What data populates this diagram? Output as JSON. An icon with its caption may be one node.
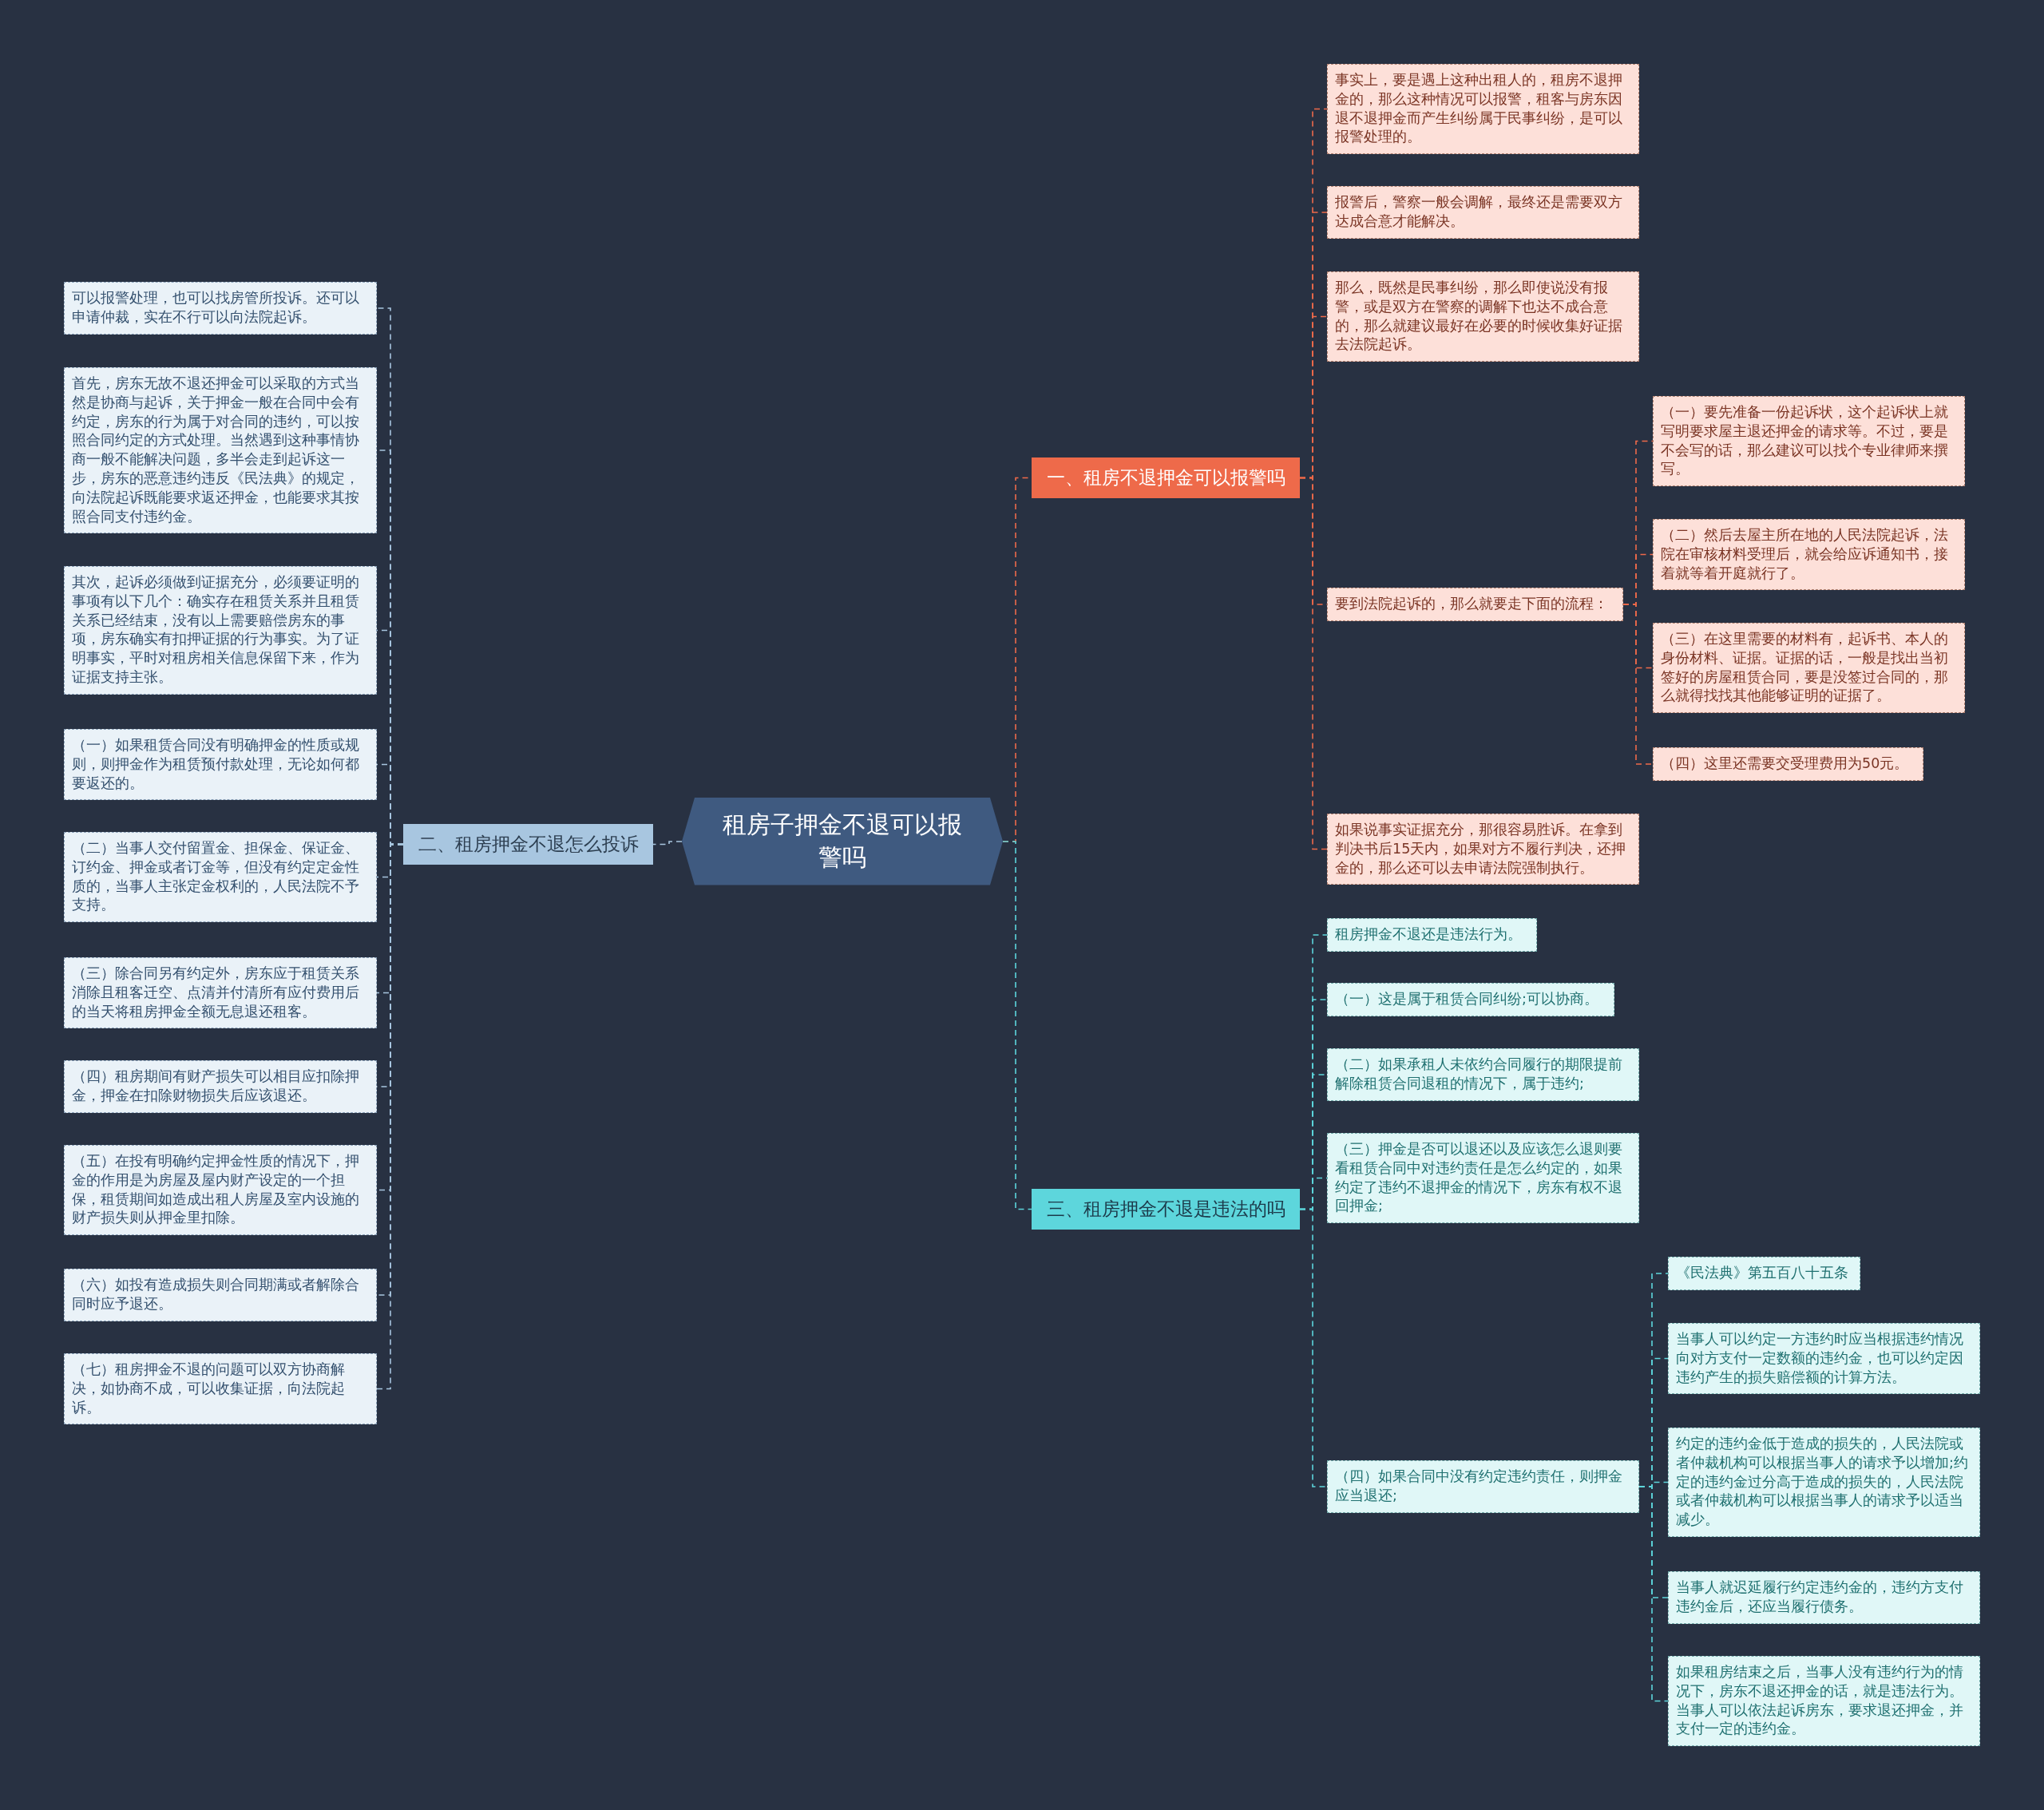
{
  "diagram": {
    "nodes": [
      {
        "text": [
          "租房子押金不退可以报警吗"
        ]
      },
      {
        "text": [
          "一、租房不退押金可以报警吗"
        ]
      },
      {
        "text": [
          "事实上，要是遇上这种出租人的，租房不退押金的，那么这种情况可以报警，租客与房东因退不退押金而产生纠纷属于民事纠纷，是可以报警处理的。"
        ]
      },
      {
        "text": [
          "报警后，警察一般会调解，最终还是需要双方达成合意才能解决。"
        ]
      },
      {
        "text": [
          "那么，既然是民事纠纷，那么即使说没有报警，或是双方在警察的调解下也达不成合意的，那么就建议最好在必要的时候收集好证据去法院起诉。"
        ]
      },
      {
        "text": [
          "要到法院起诉的，那么就要走下面的流程："
        ]
      },
      {
        "text": [
          "（一）要先准备一份起诉状，这个起诉状上就写明要求屋主退还押金的请求等。不过，要是不会写的话，那么建议可以找个专业律师来撰写。"
        ]
      },
      {
        "text": [
          "（二）然后去屋主所在地的人民法院起诉，法院在审核材料受理后，就会给应诉通知书，接着就等着开庭就行了。"
        ]
      },
      {
        "text": [
          "（三）在这里需要的材料有，起诉书、本人的身份材料、证据。证据的话，一般是找出当初签好的房屋租赁合同，要是没签过合同的，那么就得找找其他能够证明的证据了。"
        ]
      },
      {
        "text": [
          "（四）这里还需要交受理费用为50元。"
        ]
      },
      {
        "text": [
          "如果说事实证据充分，那很容易胜诉。在拿到判决书后15天内，如果对方不履行判决，还押金的，那么还可以去申请法院强制执行。"
        ]
      },
      {
        "text": [
          "二、租房押金不退怎么投诉"
        ]
      },
      {
        "text": [
          "可以报警处理，也可以找房管所投诉。还可以申请仲裁，实在不行可以向法院起诉。"
        ]
      },
      {
        "text": [
          "首先，房东无故不退还押金可以采取的方式当然是协商与起诉，关于押金一般在合同中会有约定，房东的行为属于对合同的违约，可以按照合同约定的方式处理。当然遇到这种事情协商一般不能解决问题，多半会走到起诉这一步，房东的恶意违约违反《民法典》的规定，向法院起诉既能要求返还押金，也能要求其按照合同支付违约金。"
        ]
      },
      {
        "text": [
          "其次，起诉必须做到证据充分，必须要证明的事项有以下几个：确实存在租赁关系并且租赁关系已经结束，没有以上需要赔偿房东的事项，房东确实有扣押证据的行为事实。为了证明事实，平时对租房相关信息保留下来，作为证据支持主张。"
        ]
      },
      {
        "text": [
          "（一）如果租赁合同没有明确押金的性质或规则，则押金作为租赁预付款处理，无论如何都要返还的。"
        ]
      },
      {
        "text": [
          "（二）当事人交付留置金、担保金、保证金、订约金、押金或者订金等，但没有约定定金性质的，当事人主张定金权利的，人民法院不予支持。"
        ]
      },
      {
        "text": [
          "（三）除合同另有约定外，房东应于租赁关系消除且租客迁空、点清并付清所有应付费用后的当天将租房押金全额无息退还租客。"
        ]
      },
      {
        "text": [
          "（四）租房期间有财产损失可以相目应扣除押金，押金在扣除财物损失后应该退还。"
        ]
      },
      {
        "text": [
          "（五）在投有明确约定押金性质的情况下，押金的作用是为房屋及屋内财产设定的一个担保，租赁期间如造成出租人房屋及室内设施的财产损失则从押金里扣除。"
        ]
      },
      {
        "text": [
          "（六）如投有造成损失则合同期满或者解除合同时应予退还。"
        ]
      },
      {
        "text": [
          "（七）租房押金不退的问题可以双方协商解决，如协商不成，可以收集证据，向法院起诉。"
        ]
      },
      {
        "text": [
          "三、租房押金不退是违法的吗"
        ]
      },
      {
        "text": [
          "租房押金不退还是违法行为。"
        ]
      },
      {
        "text": [
          "（一）这是属于租赁合同纠纷;可以协商。"
        ]
      },
      {
        "text": [
          "（二）如果承租人未依约合同履行的期限提前解除租赁合同退租的情况下，属于违约;"
        ]
      },
      {
        "text": [
          "（三）押金是否可以退还以及应该怎么退则要看租赁合同中对违约责任是怎么约定的，如果约定了违约不退押金的情况下，房东有权不退回押金;"
        ]
      },
      {
        "text": [
          "（四）如果合同中没有约定违约责任，则押金应当退还;"
        ]
      },
      {
        "text": [
          "《民法典》第五百八十五条"
        ]
      },
      {
        "text": [
          "当事人可以约定一方违约时应当根据违约情况向对方支付一定数额的违约金，也可以约定因违约产生的损失赔偿额的计算方法。"
        ]
      },
      {
        "text": [
          "约定的违约金低于造成的损失的，人民法院或者仲裁机构可以根据当事人的请求予以增加;约定的违约金过分高于造成的损失的，人民法院或者仲裁机构可以根据当事人的请求予以适当减少。"
        ]
      },
      {
        "text": [
          "当事人就迟延履行约定违约金的，违约方支付违约金后，还应当履行债务。"
        ]
      },
      {
        "text": [
          "如果租房结束之后，当事人没有违约行为的情况下，房东不退还押金的话，就是违法行为。当事人可以依法起诉房东，要求退还押金，并支付一定的违约金。"
        ]
      }
    ],
    "edges": [
      {
        "from": 0,
        "to": 1,
        "arrow": "none",
        "style": "dashed",
        "color": "#ee6a4a"
      },
      {
        "from": 1,
        "to": 2,
        "arrow": "none",
        "style": "dashed",
        "color": "#ee6a4a"
      },
      {
        "from": 1,
        "to": 3,
        "arrow": "none",
        "style": "dashed",
        "color": "#ee6a4a"
      },
      {
        "from": 1,
        "to": 4,
        "arrow": "none",
        "style": "dashed",
        "color": "#ee6a4a"
      },
      {
        "from": 1,
        "to": 5,
        "arrow": "none",
        "style": "dashed",
        "color": "#ee6a4a"
      },
      {
        "from": 5,
        "to": 6,
        "arrow": "none",
        "style": "dashed",
        "color": "#ee6a4a"
      },
      {
        "from": 5,
        "to": 7,
        "arrow": "none",
        "style": "dashed",
        "color": "#ee6a4a"
      },
      {
        "from": 5,
        "to": 8,
        "arrow": "none",
        "style": "dashed",
        "color": "#ee6a4a"
      },
      {
        "from": 5,
        "to": 9,
        "arrow": "none",
        "style": "dashed",
        "color": "#ee6a4a"
      },
      {
        "from": 1,
        "to": 10,
        "arrow": "none",
        "style": "dashed",
        "color": "#ee6a4a"
      },
      {
        "from": 0,
        "to": 11,
        "arrow": "none",
        "style": "dashed",
        "color": "#a8c6e0"
      },
      {
        "from": 11,
        "to": 12,
        "arrow": "none",
        "style": "dashed",
        "color": "#a8c6e0"
      },
      {
        "from": 11,
        "to": 13,
        "arrow": "none",
        "style": "dashed",
        "color": "#a8c6e0"
      },
      {
        "from": 11,
        "to": 14,
        "arrow": "none",
        "style": "dashed",
        "color": "#a8c6e0"
      },
      {
        "from": 11,
        "to": 15,
        "arrow": "none",
        "style": "dashed",
        "color": "#a8c6e0"
      },
      {
        "from": 11,
        "to": 16,
        "arrow": "none",
        "style": "dashed",
        "color": "#a8c6e0"
      },
      {
        "from": 11,
        "to": 17,
        "arrow": "none",
        "style": "dashed",
        "color": "#a8c6e0"
      },
      {
        "from": 11,
        "to": 18,
        "arrow": "none",
        "style": "dashed",
        "color": "#a8c6e0"
      },
      {
        "from": 11,
        "to": 19,
        "arrow": "none",
        "style": "dashed",
        "color": "#a8c6e0"
      },
      {
        "from": 11,
        "to": 20,
        "arrow": "none",
        "style": "dashed",
        "color": "#a8c6e0"
      },
      {
        "from": 11,
        "to": 21,
        "arrow": "none",
        "style": "dashed",
        "color": "#a8c6e0"
      },
      {
        "from": 0,
        "to": 22,
        "arrow": "none",
        "style": "dashed",
        "color": "#5dd6dc"
      },
      {
        "from": 22,
        "to": 23,
        "arrow": "none",
        "style": "dashed",
        "color": "#5dd6dc"
      },
      {
        "from": 22,
        "to": 24,
        "arrow": "none",
        "style": "dashed",
        "color": "#5dd6dc"
      },
      {
        "from": 22,
        "to": 25,
        "arrow": "none",
        "style": "dashed",
        "color": "#5dd6dc"
      },
      {
        "from": 22,
        "to": 26,
        "arrow": "none",
        "style": "dashed",
        "color": "#5dd6dc"
      },
      {
        "from": 22,
        "to": 27,
        "arrow": "none",
        "style": "dashed",
        "color": "#5dd6dc"
      },
      {
        "from": 27,
        "to": 28,
        "arrow": "none",
        "style": "dashed",
        "color": "#5dd6dc"
      },
      {
        "from": 27,
        "to": 29,
        "arrow": "none",
        "style": "dashed",
        "color": "#5dd6dc"
      },
      {
        "from": 27,
        "to": 30,
        "arrow": "none",
        "style": "dashed",
        "color": "#5dd6dc"
      },
      {
        "from": 27,
        "to": 31,
        "arrow": "none",
        "style": "dashed",
        "color": "#5dd6dc"
      },
      {
        "from": 27,
        "to": 32,
        "arrow": "none",
        "style": "dashed",
        "color": "#5dd6dc"
      }
    ]
  }
}
